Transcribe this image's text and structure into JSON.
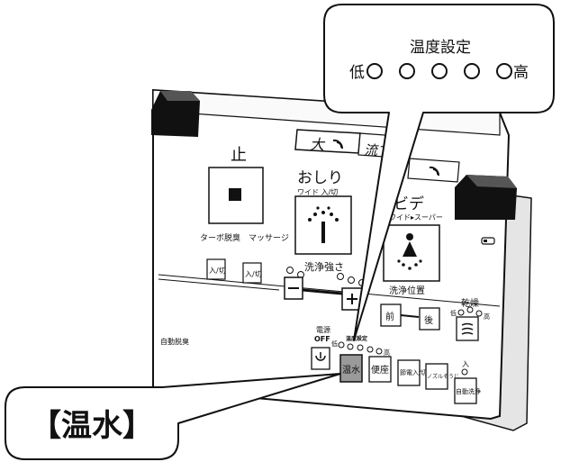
{
  "callout_temp": {
    "title": "温度設定",
    "low": "低",
    "high": "高",
    "levels": 5
  },
  "callout_button": {
    "label": "【温水】"
  },
  "panel": {
    "stop": {
      "label": "止"
    },
    "top_buttons": [
      {
        "label": "大"
      },
      {
        "label": "流す"
      }
    ],
    "oshiri": {
      "label": "おしり",
      "sublabel": "ワイド 入/切"
    },
    "bidet": {
      "label": "ビデ",
      "sublabel": "ワイド▸スーパー"
    },
    "turbo_label": "ターボ脱臭",
    "massage_label": "マッサージ",
    "toggle_label": "入/切",
    "wash_strength_label": "洗浄強さ",
    "wash_position_label": "洗浄位置",
    "front_label": "前",
    "back_label": "後",
    "dry_label": "乾燥",
    "dry_low": "低",
    "dry_high": "高",
    "auto_deodorize_label": "自動脱臭",
    "power_label": "電源",
    "off_label": "OFF",
    "temp_low": "低",
    "temp_high": "高",
    "temp_label": "温度設定",
    "bottom_buttons": [
      {
        "label": "温水"
      },
      {
        "label": "便座"
      },
      {
        "label": "節電入/切"
      },
      {
        "label": "ノズルそうじ"
      },
      {
        "label": "自動洗浄"
      }
    ],
    "auto_in_label": "入"
  }
}
